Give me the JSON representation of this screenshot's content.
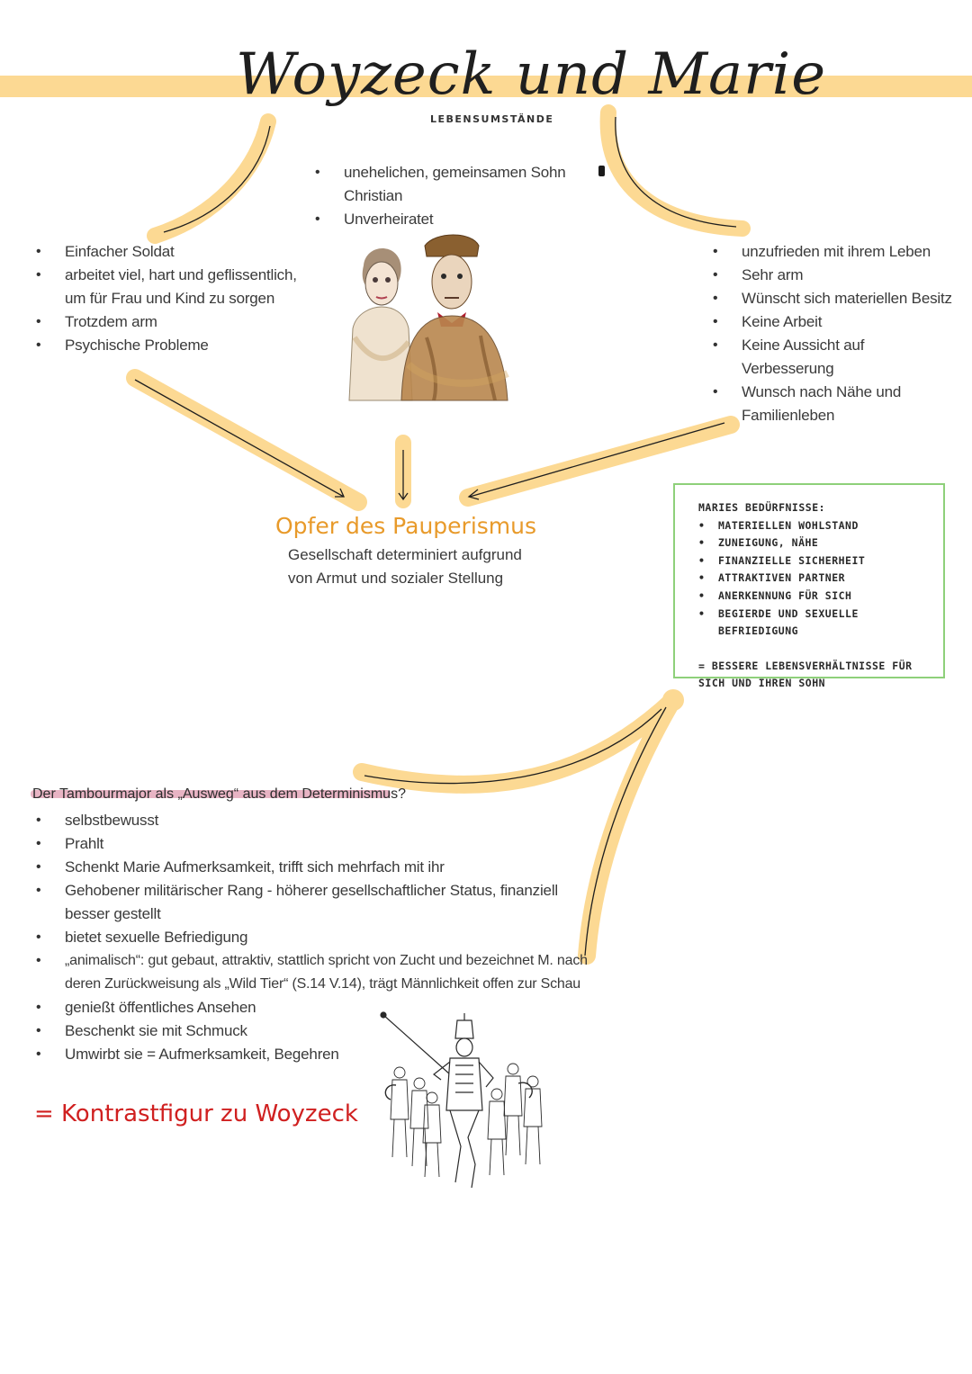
{
  "title": "Woyzeck und Marie",
  "subtitle": "LEBENSUMSTÄNDE",
  "shared": [
    "unehelichen, gemeinsamen Sohn Christian",
    "Unverheiratet"
  ],
  "woyzeck": [
    "Einfacher Soldat",
    "arbeitet viel, hart und geflissentlich, um für Frau und Kind zu sorgen",
    "Trotzdem arm",
    "Psychische Probleme"
  ],
  "marie": [
    "unzufrieden mit ihrem Leben",
    "Sehr arm",
    "Wünscht sich materiellen Besitz",
    "Keine Arbeit",
    "Keine Aussicht auf Verbesserung",
    "Wunsch nach Nähe und Familienleben"
  ],
  "opfer": {
    "heading": "Opfer des Pauperismus",
    "line1": "Gesellschaft determiniert aufgrund",
    "line2": "von Armut und sozialer Stellung"
  },
  "needs_box": {
    "heading": "MARIES BEDÜRFNISSE:",
    "items": [
      "MATERIELLEN WOHLSTAND",
      "ZUNEIGUNG, NÄHE",
      "FINANZIELLE SICHERHEIT",
      "ATTRAKTIVEN PARTNER",
      "ANERKENNUNG FÜR SICH",
      "BEGIERDE UND SEXUELLE BEFRIEDIGUNG"
    ],
    "conclusion": "= BESSERE LEBENSVERHÄLTNISSE FÜR SICH UND IHREN SOHN"
  },
  "tambourmajor": {
    "question": "Der Tambourmajor als „Ausweg“ aus dem Determinismus?",
    "items": [
      "selbstbewusst",
      "Prahlt",
      "Schenkt Marie Aufmerksamkeit, trifft sich mehrfach mit ihr",
      "Gehobener militärischer Rang - höherer gesellschaftlicher Status, finanziell besser gestellt",
      "bietet sexuelle Befriedigung",
      "„animalisch“: gut gebaut, attraktiv, stattlich spricht von Zucht und bezeichnet M. nach deren Zurückweisung als „Wild Tier“ (S.14 V.14), trägt Männlichkeit offen zur Schau",
      "genießt öffentliches Ansehen",
      "Beschenkt sie mit Schmuck",
      "Umwirbt sie = Aufmerksamkeit, Begehren"
    ],
    "conclusion": "= Kontrastfigur zu Woyzeck"
  },
  "colors": {
    "highlight": "#fcd993",
    "opfer": "#e89a2a",
    "box_border": "#8ed07a",
    "contrast": "#d02020",
    "question_underline": "#e8b4c4"
  },
  "icons": {
    "portrait": "woyzeck-marie-portrait-illustration",
    "drum_major": "drum-major-illustration"
  }
}
